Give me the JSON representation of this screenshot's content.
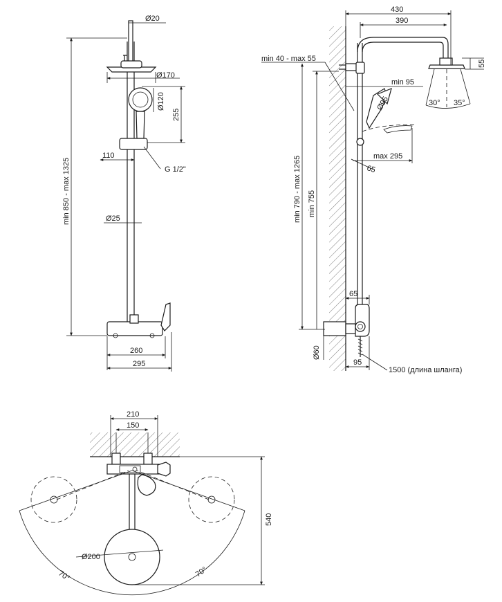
{
  "front_view": {
    "dia_top": "Ø20",
    "dia_head": "Ø170",
    "dia_hand": "Ø120",
    "h_hand": "255",
    "w_holder": "110",
    "thread": "G 1/2\"",
    "height_range": "min 850 - max 1325",
    "dia_pipe": "Ø25",
    "w_mixer": "260",
    "w_total": "295"
  },
  "side_view": {
    "w_arm_total": "430",
    "w_arm": "390",
    "wall_range": "min 40 - max 55",
    "h_head": "55",
    "min_gap": "min 95",
    "dia_hand": "Ø95",
    "angle_left": "30°",
    "angle_right": "35°",
    "max_hand": "max 295",
    "angle_hand": "65",
    "height_range": "min 790 - max 1265",
    "min_height": "min 755",
    "w_mixer": "65",
    "dia_mixer": "Ø60",
    "w_bottom": "95",
    "hose": "1500 (длина шланга)"
  },
  "top_view": {
    "w_outer": "210",
    "w_inner": "150",
    "depth": "540",
    "dia_head": "Ø200",
    "angle_left": "70°",
    "angle_right": "70°"
  }
}
